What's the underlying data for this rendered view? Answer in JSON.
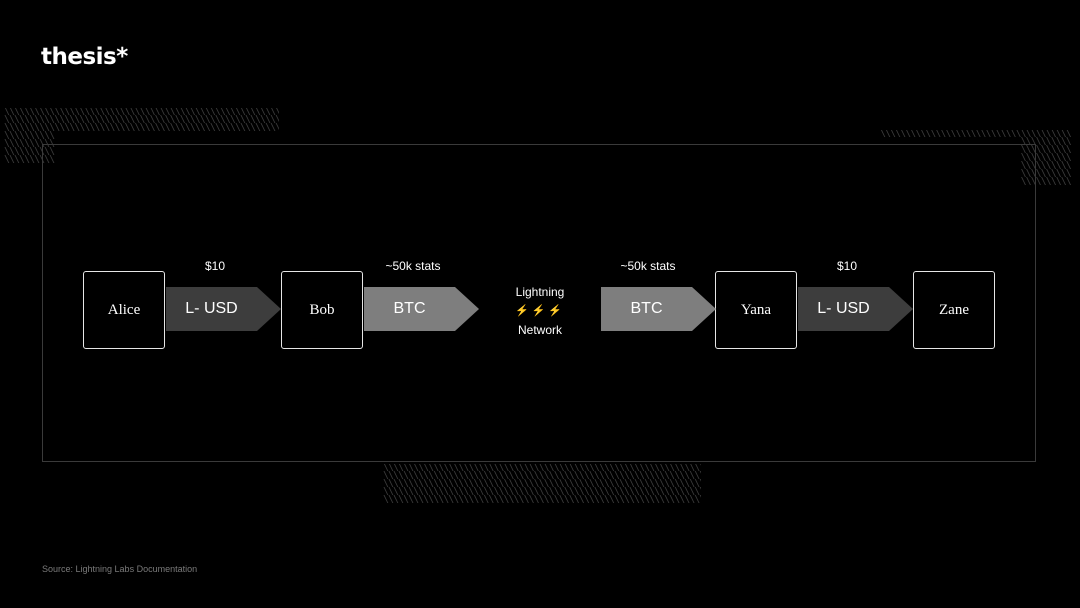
{
  "brand": {
    "logo": "thesis*"
  },
  "diagram": {
    "nodes": {
      "alice": "Alice",
      "bob": "Bob",
      "yana": "Yana",
      "zane": "Zane"
    },
    "arrows": {
      "a1": {
        "label": "L- USD",
        "amount": "$10"
      },
      "a2": {
        "label": "BTC",
        "amount": "~50k stats"
      },
      "a3": {
        "label": "BTC",
        "amount": "~50k stats"
      },
      "a4": {
        "label": "L- USD",
        "amount": "$10"
      }
    },
    "network": {
      "line1": "Lightning",
      "bolts": "⚡⚡⚡",
      "line2": "Network"
    }
  },
  "footer": {
    "source": "Source: Lightning Labs Documentation"
  }
}
